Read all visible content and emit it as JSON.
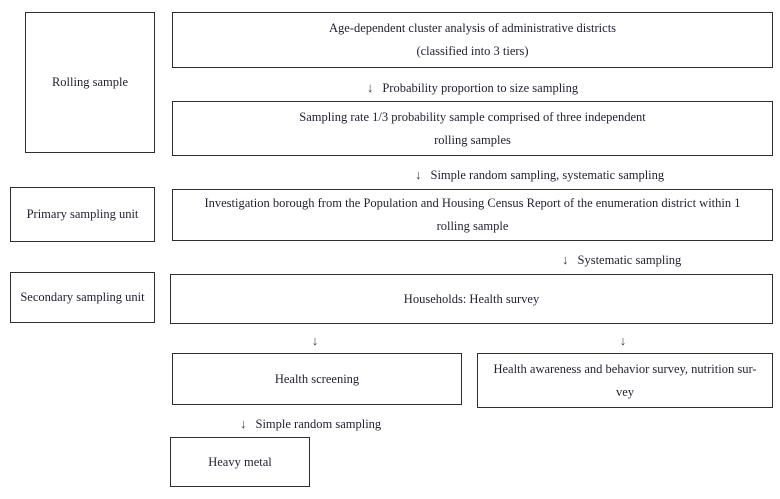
{
  "figure": {
    "background": "#ffffff",
    "border_color": "#2e2e2e",
    "text_color": "#1f1f33"
  },
  "stage_labels": {
    "rolling_sample": "Rolling sample",
    "primary_sampling_unit": "Primary sampling unit",
    "secondary_sampling_unit": "Secondary sampling unit"
  },
  "nodes": {
    "cluster_analysis": {
      "line1": "Age-dependent cluster analysis of administrative districts",
      "line2": "(classified into 3 tiers)"
    },
    "sampling_rate": {
      "line1": "Sampling rate 1/3 probability sample comprised of three independent",
      "line2": "rolling samples"
    },
    "investigation_borough": {
      "line1": "Investigation borough from the Population and Housing Census Report of the enumeration district within 1",
      "line2": "rolling sample"
    },
    "households": {
      "line1": "Households: Health survey"
    },
    "health_screening": {
      "line1": "Health screening"
    },
    "health_awareness": {
      "line1": "Health awareness and behavior survey, nutrition sur-",
      "line2": "vey"
    },
    "heavy_metal": {
      "line1": "Heavy metal"
    }
  },
  "arrows": {
    "glyph": "↓",
    "probability_proportion": "Probability proportion to size sampling",
    "simple_random_systematic": "Simple random sampling, systematic sampling",
    "systematic": "Systematic sampling",
    "simple_random": "Simple random sampling"
  }
}
